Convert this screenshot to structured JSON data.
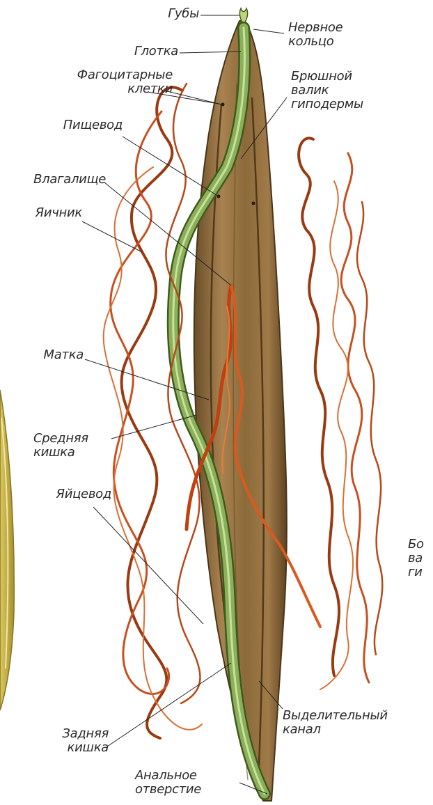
{
  "labels": {
    "guby": "Губы",
    "nervnoe_koltso": "Нервное\nкольцо",
    "glotka": "Глотка",
    "fagotsitarnye": "Фагоцитарные\nклетки",
    "bryushnoy_valik": "Брюшной\nвалик\nгиподермы",
    "pishchevod": "Пищевод",
    "vlagalishche": "Влагалище",
    "yaichnik": "Яичник",
    "matka": "Матка",
    "srednyaya_kishka": "Средняя\nкишка",
    "yaytsevod": "Яйцевод",
    "bokovoy_valik": "Бо\nва\nги",
    "zadnyaya_kishka": "Задняя\nкишка",
    "vydelitelny_kanal": "Выделительный\nканал",
    "analnoe_otverstie": "Анальное\nотверстие"
  },
  "colors": {
    "body": "#8a6a3a",
    "body_dark": "#5a4020",
    "intestine": "#7fa050",
    "intestine_light": "#b8d08a",
    "reproductive": "#b84a1a",
    "reproductive_light": "#e07030",
    "side_worm": "#c8b040"
  }
}
